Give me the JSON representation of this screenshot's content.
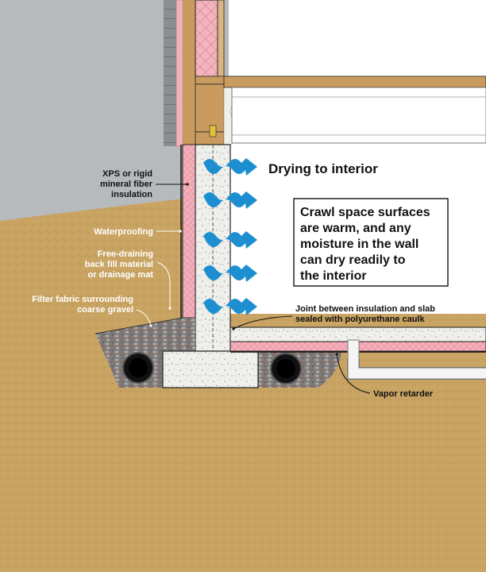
{
  "labels": {
    "drying": "Drying to interior",
    "xps_line1": "XPS or rigid",
    "xps_line2": "mineral fiber",
    "xps_line3": "insulation",
    "waterproofing": "Waterproofing",
    "backfill_line1": "Free-draining",
    "backfill_line2": "back fill material",
    "backfill_line3": "or drainage mat",
    "filter_line1": "Filter fabric surrounding",
    "filter_line2": "coarse gravel",
    "joint_line1": "Joint between insulation and slab",
    "joint_line2": "sealed with polyurethane caulk",
    "vapor": "Vapor retarder"
  },
  "callout": {
    "line1": "Crawl space surfaces",
    "line2": "are warm, and any",
    "line3": "moisture in the wall",
    "line4": "can dry readily to",
    "line5": "the interior"
  },
  "colors": {
    "sky": "#b8bbbd",
    "soil": "#c9a463",
    "soil_dark": "#b38d4d",
    "insulation_pink": "#f2a8b3",
    "concrete": "#eeeeea",
    "arrow_blue": "#1d8fd0",
    "gravel": "#8f8f92",
    "wood": "#c99b5f",
    "siding": "#8d9093",
    "pipe_white": "#f4f4f4"
  }
}
